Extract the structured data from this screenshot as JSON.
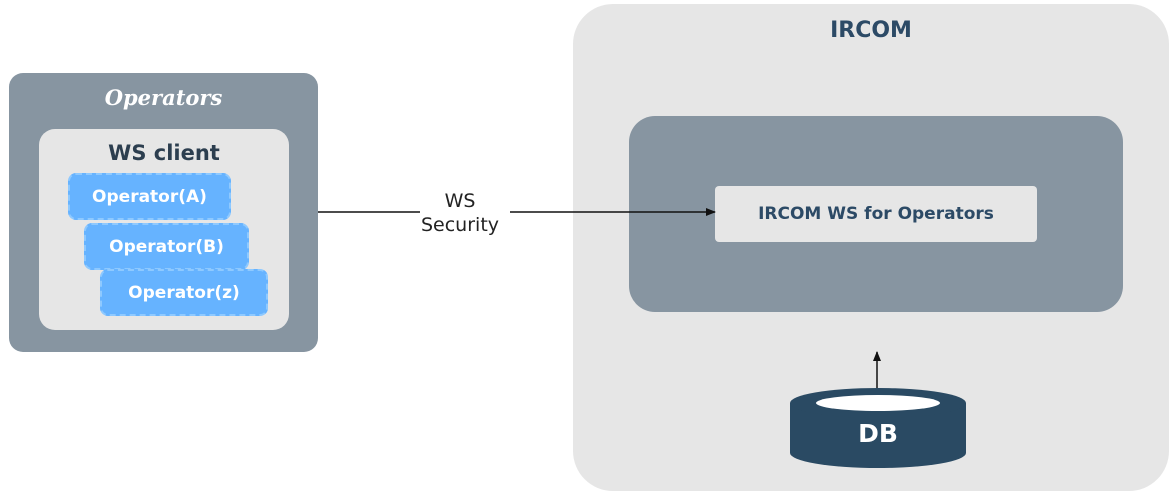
{
  "operators": {
    "title": "Operators",
    "ws_client": {
      "title": "WS client",
      "items": [
        "Operator(A)",
        "Operator(B)",
        "Operator(z)"
      ]
    }
  },
  "connector": {
    "label_line1": "WS",
    "label_line2": "Security"
  },
  "ircom": {
    "title": "IRCOM",
    "service": "IRCOM WS for Operators",
    "database": "DB"
  },
  "colors": {
    "panel_gray": "#8795a1",
    "light_gray": "#e6e6e6",
    "operator_blue": "#66b3ff",
    "db_navy": "#2a4a63",
    "title_navy": "#2c4a66"
  }
}
